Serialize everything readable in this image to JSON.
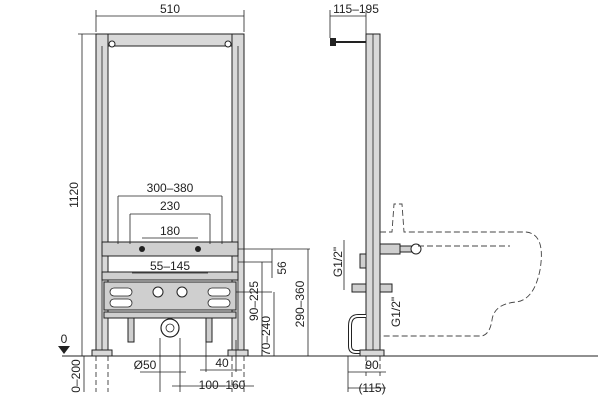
{
  "front_view": {
    "width_top": "510",
    "height_total": "1120",
    "range_300_380": "300–380",
    "dim_230": "230",
    "dim_180": "180",
    "range_55_145": "55–145",
    "dim_56": "56",
    "range_90_225": "90–225",
    "range_70_240": "70–240",
    "range_290_360": "290–360",
    "dia_50": "Ø50",
    "dim_40": "40",
    "range_100_160": "100–160",
    "level_zero": "0",
    "range_0_200": "0–200"
  },
  "side_view": {
    "range_115_195": "115–195",
    "thread_upper": "G1/2\"",
    "thread_lower": "G1/2\"",
    "dim_90": "90",
    "dim_115": "(115)"
  }
}
